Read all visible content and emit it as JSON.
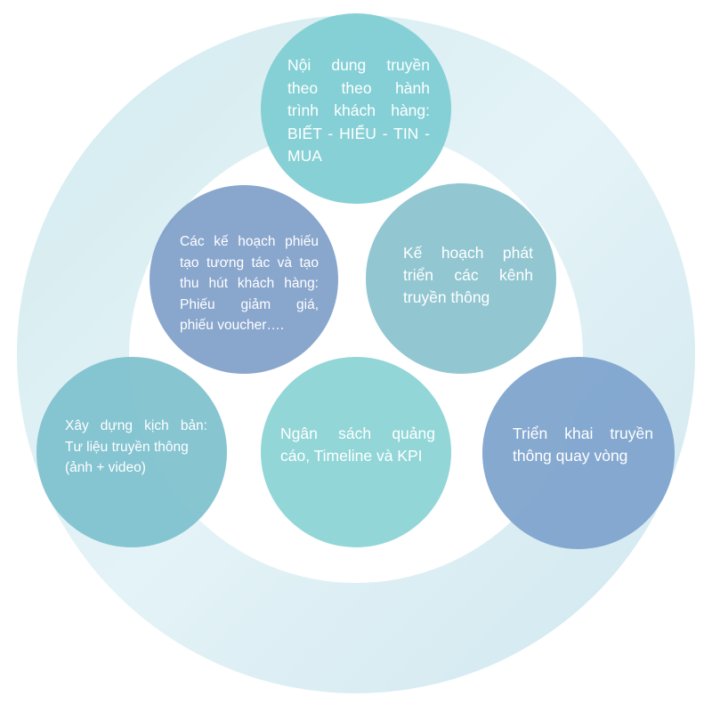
{
  "diagram": {
    "colors": {
      "ring": "#dcf0f4",
      "node_top": "#7dcdd2",
      "node_left": "#7f9ec9",
      "node_right": "#8cc4d0",
      "node_bottom_left": "#7ec1ce",
      "node_center": "#8cd4d6",
      "node_bottom_right": "#80a4ce",
      "text": "#ffffff"
    },
    "nodes": {
      "top": {
        "lines": [
          "Nội dung truyền",
          "theo theo hành",
          "trình khách hàng:",
          "BIẾT - HIỂU - TIN -",
          "MUA"
        ]
      },
      "left": {
        "lines": [
          "Các kế hoạch phiếu",
          "tạo tương tác và tạo",
          "thu hút khách hàng:",
          "Phiếu giảm giá,",
          "phiếu voucher…."
        ]
      },
      "right": {
        "lines": [
          "Kế hoạch phát",
          "triển các kênh",
          "truyền thông"
        ]
      },
      "bottom_left": {
        "lines": [
          "Xây dựng kịch bản:",
          "Tư liệu truyền thông",
          "(ảnh + video)"
        ]
      },
      "center": {
        "lines": [
          "Ngân sách quảng",
          "cáo, Timeline và KPI"
        ]
      },
      "bottom_right": {
        "lines": [
          "Triển khai truyền",
          "thông quay vòng"
        ]
      }
    }
  }
}
